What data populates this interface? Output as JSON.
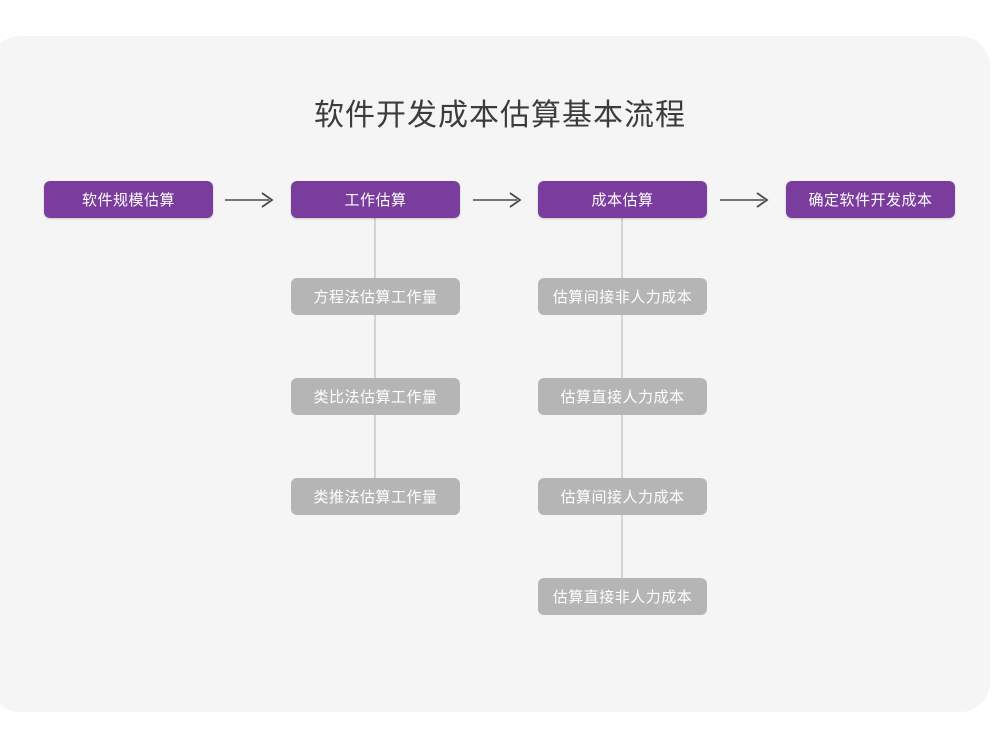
{
  "page": {
    "background_color": "#ffffff",
    "card_color": "#f5f5f5"
  },
  "chart_data": {
    "type": "diagram",
    "subtype": "flowchart",
    "title": "软件开发成本估算基本流程",
    "title_color": "#3c3c3c",
    "primary_color": "#7a3d9e",
    "secondary_color": "#b5b5b5",
    "connector_color": "#d4d4d4",
    "arrow_glyph": "long-right-arrow",
    "orientation": "left-to-right main flow with vertical sub-steps",
    "main_flow": [
      {
        "id": "step1",
        "label": "软件规模估算"
      },
      {
        "id": "step2",
        "label": "工作估算"
      },
      {
        "id": "step3",
        "label": "成本估算"
      },
      {
        "id": "step4",
        "label": "确定软件开发成本"
      }
    ],
    "arrows": [
      {
        "from": "step1",
        "to": "step2"
      },
      {
        "from": "step2",
        "to": "step3"
      },
      {
        "from": "step3",
        "to": "step4"
      }
    ],
    "sub_steps": [
      {
        "parent": "step2",
        "items": [
          {
            "label": "方程法估算工作量"
          },
          {
            "label": "类比法估算工作量"
          },
          {
            "label": "类推法估算工作量"
          }
        ]
      },
      {
        "parent": "step3",
        "items": [
          {
            "label": "估算间接非人力成本"
          },
          {
            "label": "估算直接人力成本"
          },
          {
            "label": "估算间接人力成本"
          },
          {
            "label": "估算直接非人力成本"
          }
        ]
      }
    ]
  }
}
